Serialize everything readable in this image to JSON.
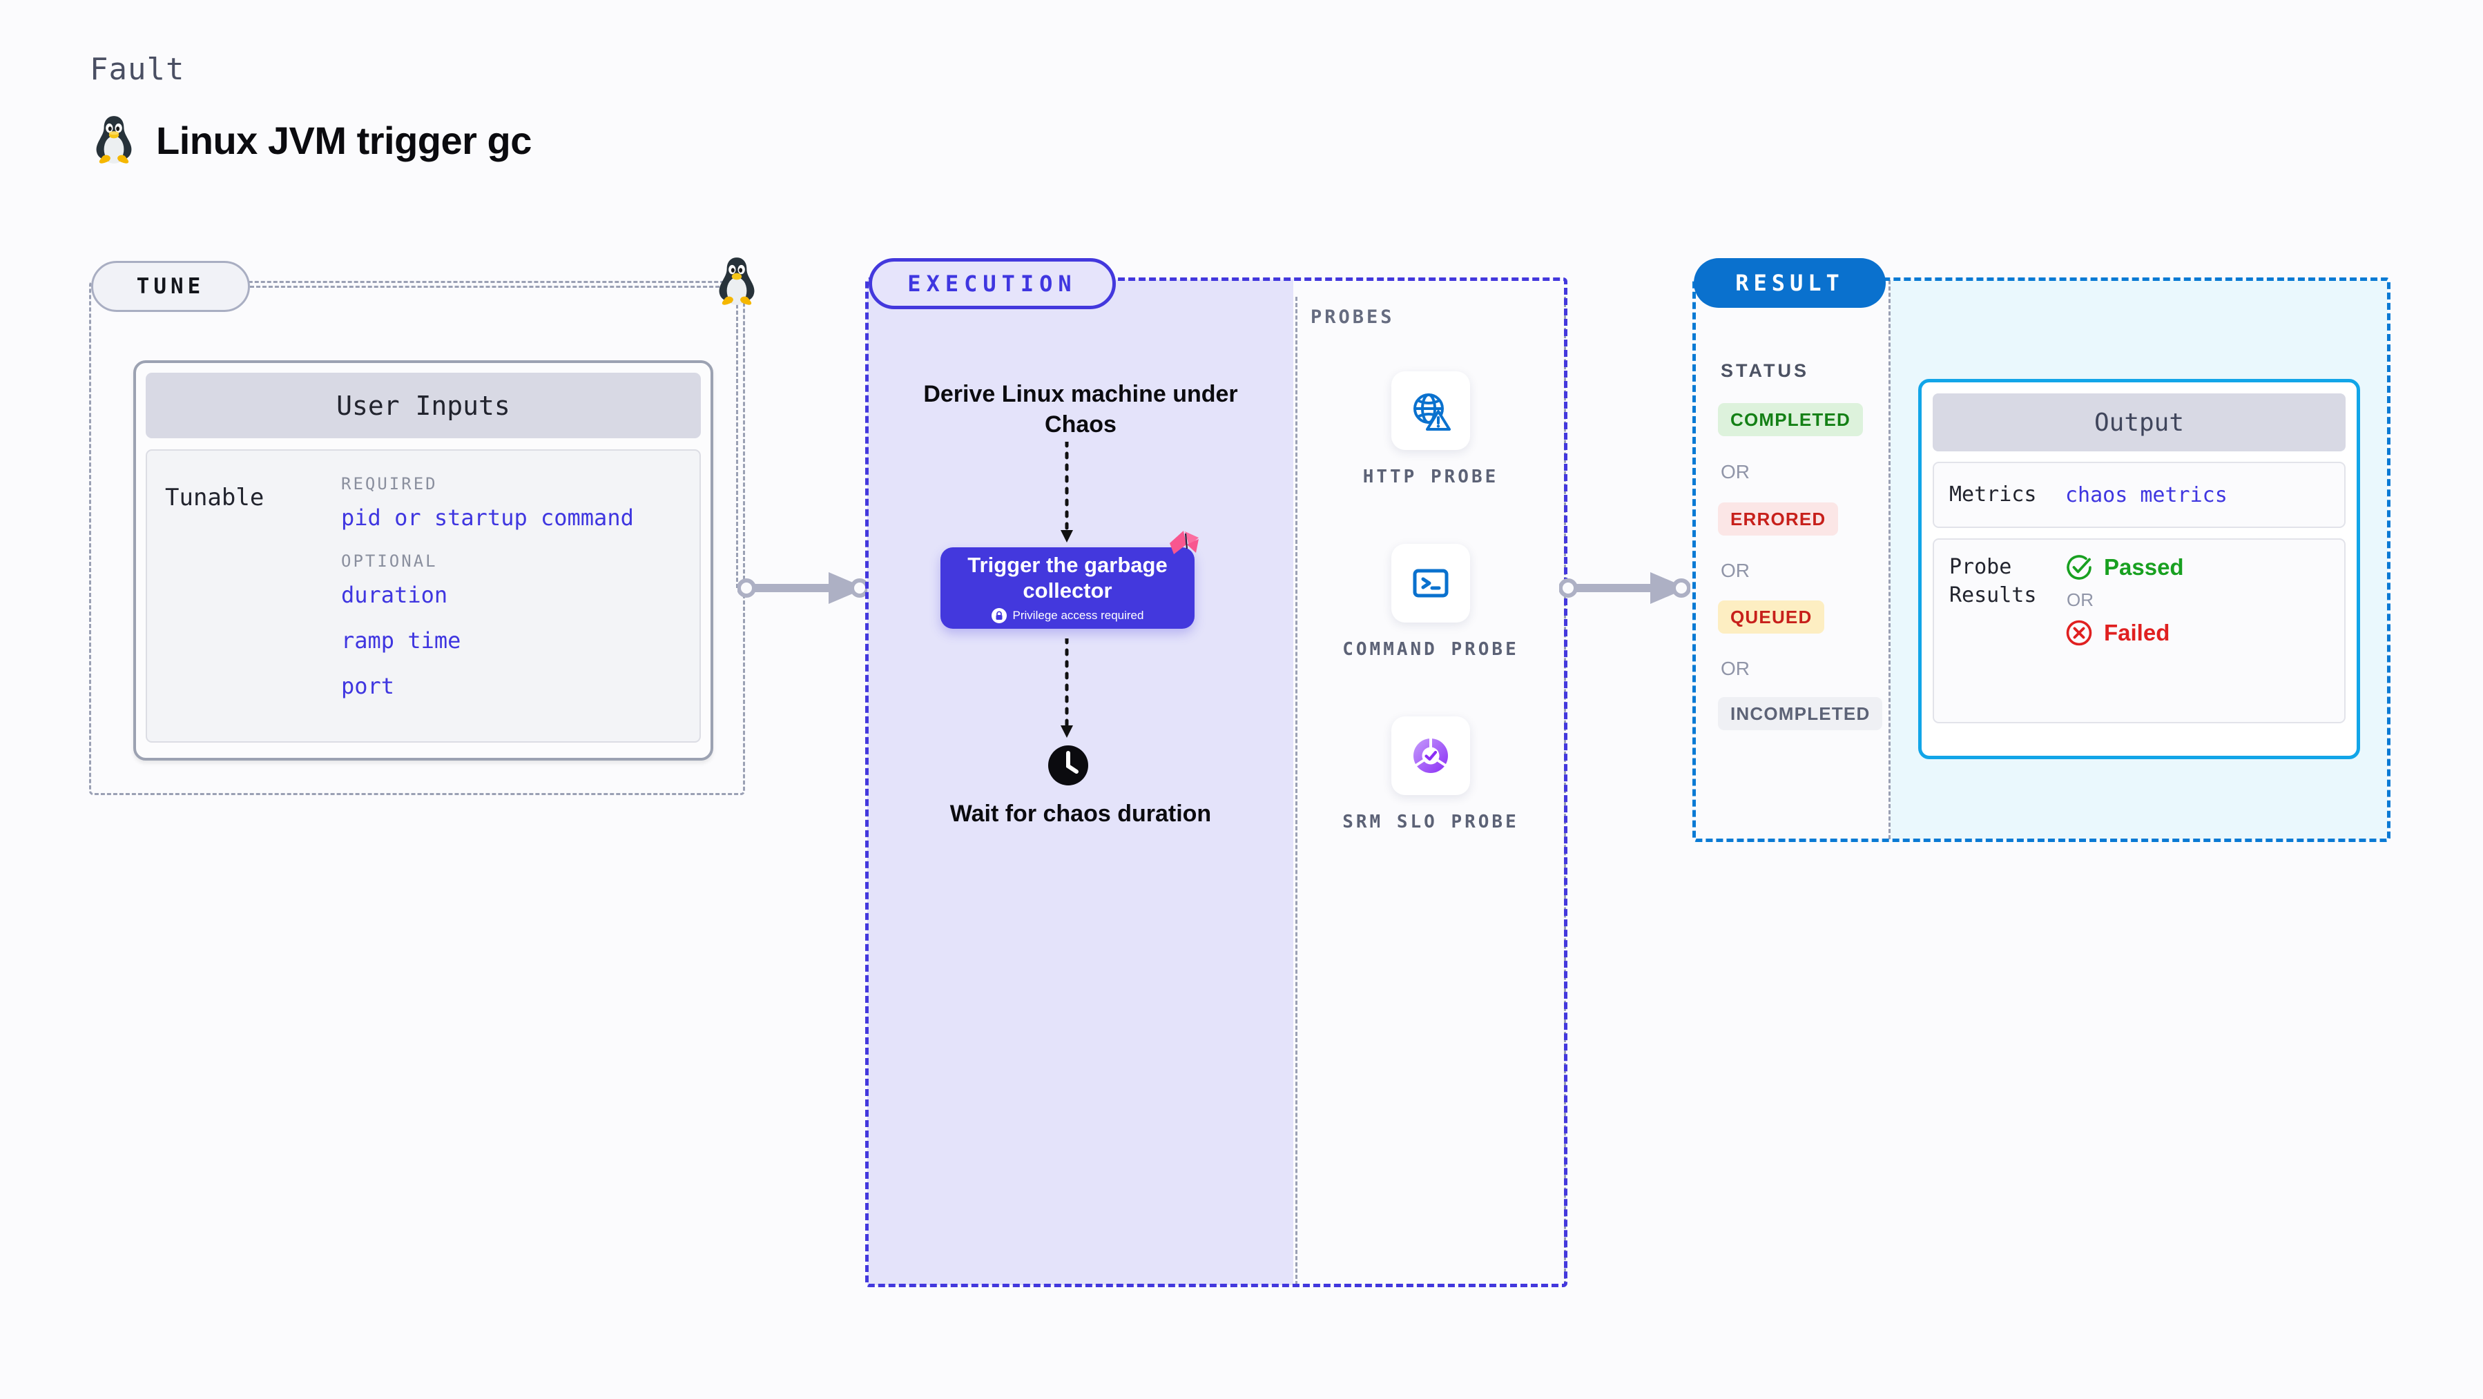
{
  "header": {
    "eyebrow": "Fault",
    "title": "Linux JVM trigger gc",
    "os_icon": "linux-penguin-icon"
  },
  "tune": {
    "pill_label": "TUNE",
    "card_title": "User Inputs",
    "tunable_label": "Tunable",
    "groups": [
      {
        "heading": "REQUIRED",
        "items": [
          "pid or startup command"
        ]
      },
      {
        "heading": "OPTIONAL",
        "items": [
          "duration",
          "ramp time",
          "port"
        ]
      }
    ],
    "marker_icon": "linux-penguin-icon"
  },
  "execution": {
    "pill_label": "EXECUTION",
    "step_derive": "Derive Linux machine under Chaos",
    "action": {
      "title": "Trigger the garbage collector",
      "privilege_note": "Privilege access required",
      "privilege_icon": "lock-icon",
      "flag_icon": "chaos-flag-icon"
    },
    "step_wait": "Wait for chaos duration",
    "wait_icon": "clock-icon"
  },
  "probes": {
    "section_label": "PROBES",
    "items": [
      {
        "name": "HTTP PROBE",
        "icon": "globe-alert-icon",
        "color": "#0a71ce"
      },
      {
        "name": "COMMAND PROBE",
        "icon": "terminal-icon",
        "color": "#0a71ce"
      },
      {
        "name": "SRM SLO PROBE",
        "icon": "slo-check-icon",
        "color": "#9b4df5"
      }
    ]
  },
  "result": {
    "pill_label": "RESULT",
    "status_label": "STATUS",
    "or_label": "OR",
    "statuses": [
      {
        "label": "COMPLETED",
        "bg": "#ddf2dc",
        "fg": "#148016"
      },
      {
        "label": "ERRORED",
        "bg": "#fbe6e6",
        "fg": "#c7201b"
      },
      {
        "label": "QUEUED",
        "bg": "#fdeec2",
        "fg": "#c7201b"
      },
      {
        "label": "INCOMPLETED",
        "bg": "#eff0f4",
        "fg": "#5c6276"
      }
    ]
  },
  "output": {
    "card_title": "Output",
    "metrics_key": "Metrics",
    "metrics_value": "chaos metrics",
    "probe_results_key": "Probe Results",
    "or_label": "OR",
    "verdicts": [
      {
        "label": "Passed",
        "icon": "check-circle-icon",
        "color": "#18a020"
      },
      {
        "label": "Failed",
        "icon": "x-circle-icon",
        "color": "#e02020"
      }
    ]
  },
  "colors": {
    "tune_border": "#9aa0b4",
    "execution_accent": "#4338dd",
    "result_accent": "#0a7ad4",
    "output_accent": "#12a5e8",
    "link": "#3f36e0"
  }
}
